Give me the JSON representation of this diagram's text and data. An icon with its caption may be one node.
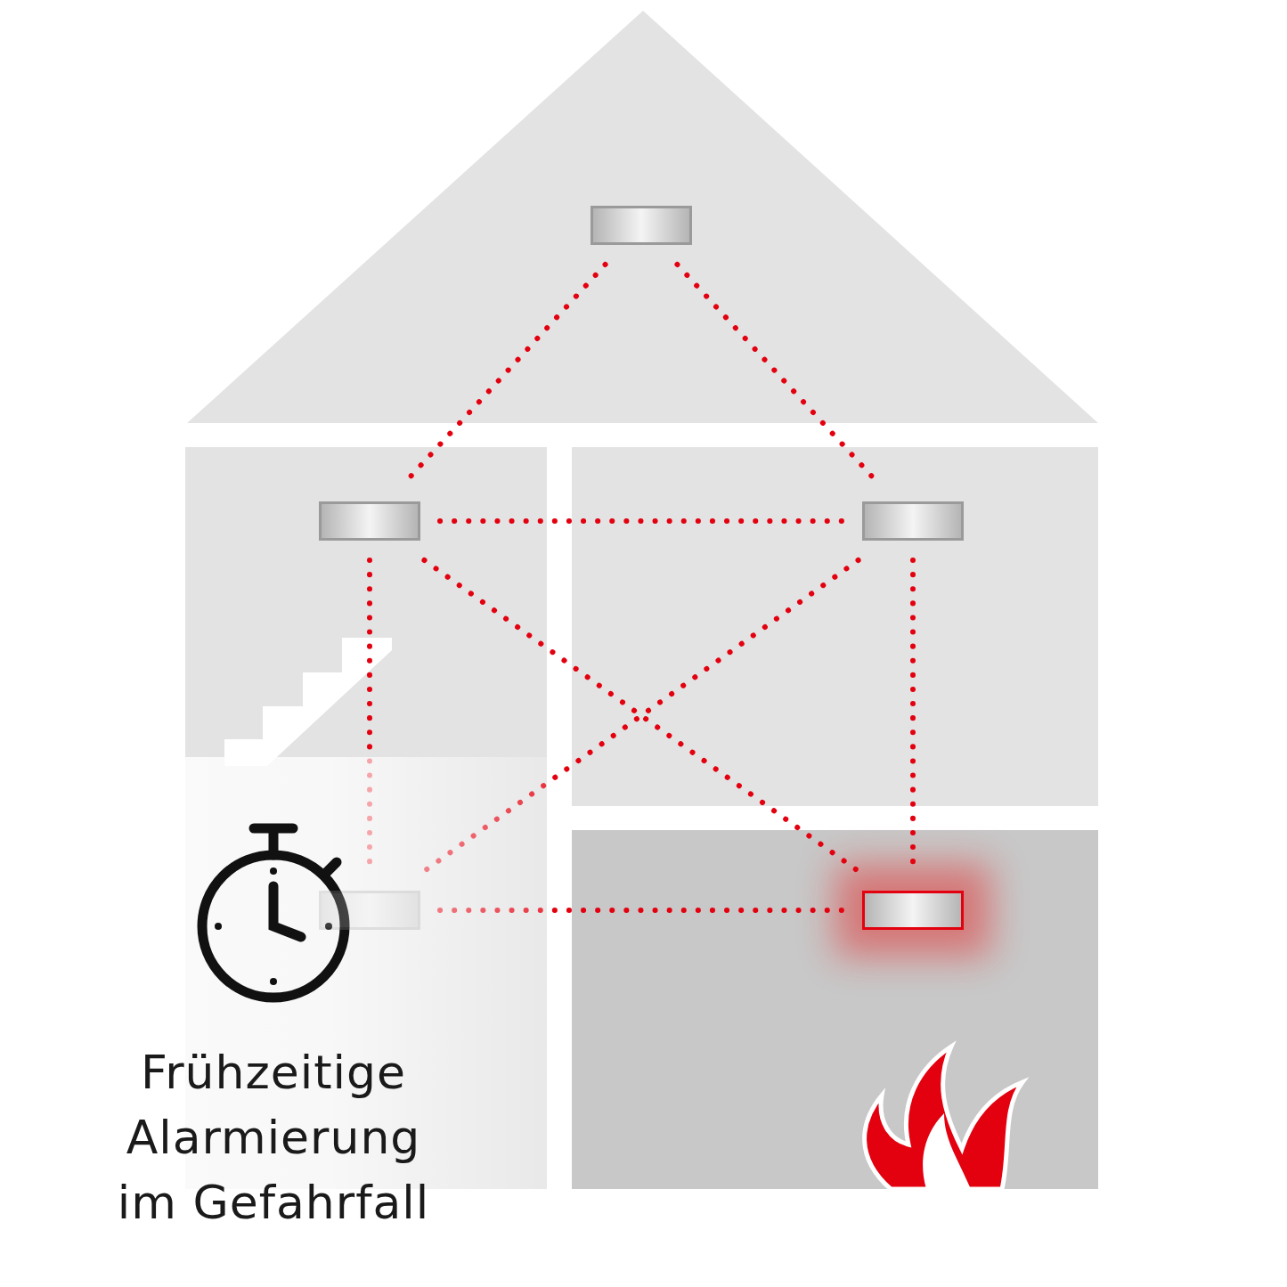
{
  "diagram": {
    "nodes": [
      {
        "text": [],
        "shape": "box"
      },
      {
        "text": [],
        "shape": "box"
      },
      {
        "text": [],
        "shape": "box"
      },
      {
        "text": [],
        "shape": "box"
      },
      {
        "text": [],
        "shape": "box"
      }
    ],
    "edges": [
      {
        "from": 0,
        "to": 1,
        "arrow": "none"
      },
      {
        "from": 0,
        "to": 2,
        "arrow": "none"
      },
      {
        "from": 1,
        "to": 2,
        "arrow": "none"
      },
      {
        "from": 1,
        "to": 4,
        "arrow": "none"
      },
      {
        "from": 2,
        "to": 3,
        "arrow": "none"
      },
      {
        "from": 1,
        "to": 3,
        "arrow": "none"
      },
      {
        "from": 2,
        "to": 4,
        "arrow": "none"
      },
      {
        "from": 3,
        "to": 4,
        "arrow": "none"
      }
    ],
    "labels": [
      "Frühzeitige Alarmierung im Gefahrfall"
    ]
  }
}
